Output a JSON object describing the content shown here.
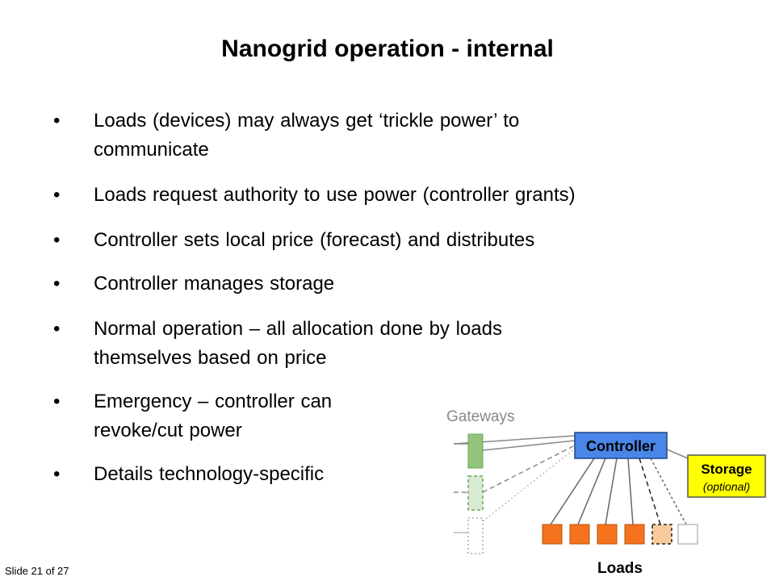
{
  "slide": {
    "title": "Nanogrid operation - internal",
    "bullets": [
      {
        "lines": [
          "Loads (devices) may always get ‘trickle power’ to",
          "communicate"
        ]
      },
      {
        "lines": [
          "Loads request authority to use power (controller grants)"
        ]
      },
      {
        "lines": [
          "Controller sets local price (forecast) and distributes"
        ]
      },
      {
        "lines": [
          "Controller manages storage"
        ]
      },
      {
        "lines": [
          "Normal operation – all allocation done by loads",
          "themselves based on price"
        ]
      },
      {
        "lines": [
          "Emergency – controller can",
          "revoke/cut power"
        ]
      },
      {
        "lines": [
          "Details technology-specific"
        ]
      }
    ],
    "bullet_glyph": "•",
    "footer": "Slide 21 of 27"
  },
  "diagram": {
    "gateways_label": "Gateways",
    "controller_label": "Controller",
    "storage_label": "Storage",
    "storage_sublabel": "(optional)",
    "loads_label": "Loads",
    "colors": {
      "controller": "#4a86e8",
      "storage": "#ffff00",
      "gateway": "#93c47d",
      "load": "#f6731e",
      "load_optional": "#f9cb9c"
    }
  }
}
